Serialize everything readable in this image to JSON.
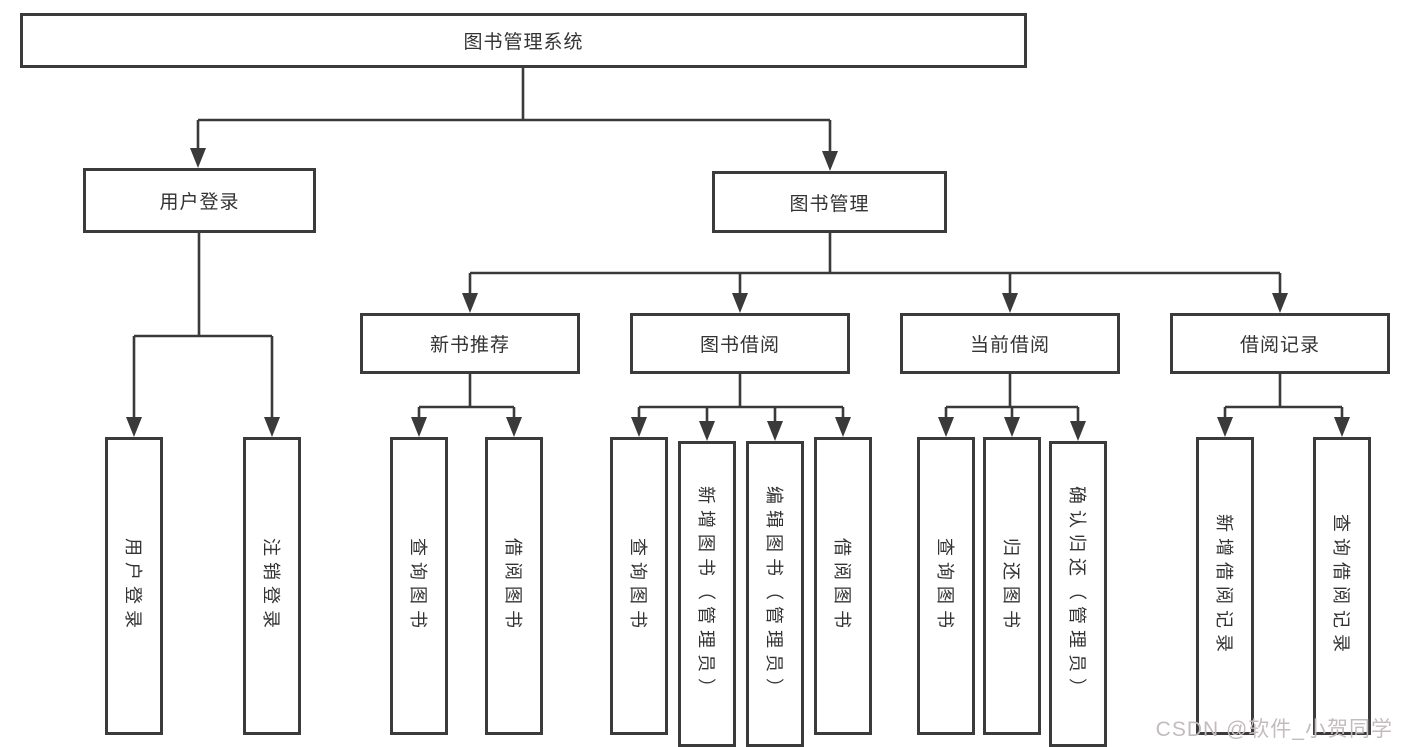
{
  "diagram_type": "functional-structure-tree",
  "colors": {
    "background": "#ffffff",
    "box_border": "#3b3b3b",
    "connector_line": "#3a3a3a",
    "text": "#333333",
    "watermark": "#c4bbbd"
  },
  "tree": {
    "label": "图书管理系统",
    "children": [
      {
        "label": "用户登录",
        "children": [
          {
            "label": "用户登录"
          },
          {
            "label": "注销登录"
          }
        ]
      },
      {
        "label": "图书管理",
        "children": [
          {
            "label": "新书推荐",
            "children": [
              {
                "label": "查询图书"
              },
              {
                "label": "借阅图书"
              }
            ]
          },
          {
            "label": "图书借阅",
            "children": [
              {
                "label": "查询图书"
              },
              {
                "label": "新增图书（管理员）"
              },
              {
                "label": "编辑图书（管理员）"
              },
              {
                "label": "借阅图书"
              }
            ]
          },
          {
            "label": "当前借阅",
            "children": [
              {
                "label": "查询图书"
              },
              {
                "label": "归还图书"
              },
              {
                "label": "确认归还（管理员）"
              }
            ]
          },
          {
            "label": "借阅记录",
            "children": [
              {
                "label": "新增借阅记录"
              },
              {
                "label": "查询借阅记录"
              }
            ]
          }
        ]
      }
    ]
  },
  "watermark": {
    "text": "CSDN @软件_小贺同学"
  }
}
